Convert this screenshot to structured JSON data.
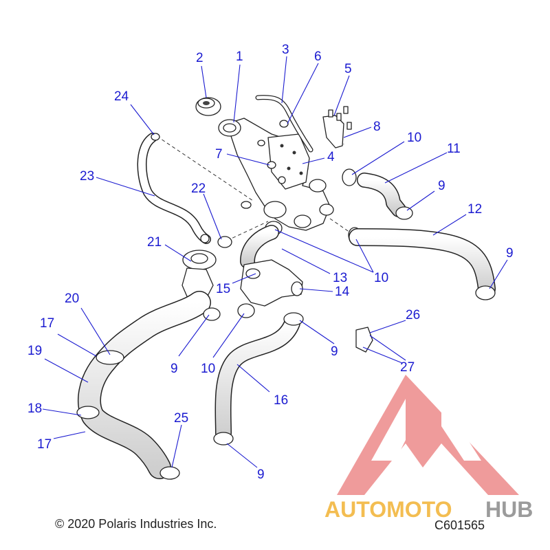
{
  "callouts": [
    "1",
    "2",
    "3",
    "6",
    "5",
    "24",
    "7",
    "8",
    "10",
    "4",
    "11",
    "23",
    "22",
    "9",
    "12",
    "21",
    "13",
    "10",
    "9",
    "15",
    "14",
    "20",
    "26",
    "17",
    "9",
    "10",
    "9",
    "27",
    "19",
    "16",
    "18",
    "25",
    "17",
    "9"
  ],
  "copyright": "© 2020 Polaris Industries Inc.",
  "diagram_code": "C601565",
  "watermark": {
    "part1": "AUTOMOTO",
    "part2": "HUB",
    "color_primary": "#e24a4a",
    "color_secondary": "#f2b233",
    "color_tertiary": "#8a8a8a"
  }
}
